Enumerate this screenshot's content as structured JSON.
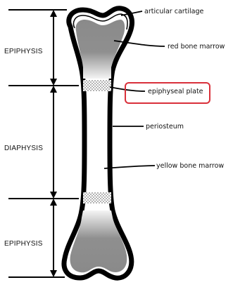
{
  "diagram": {
    "section_labels": {
      "top": "EPIPHYSIS",
      "middle": "DIAPHYSIS",
      "bottom": "EPIPHYSIS"
    },
    "part_labels": {
      "articular_cartilage": "articular cartilage",
      "red_bone_marrow": "red bone marrow",
      "epiphyseal_plate": "epiphyseal plate",
      "periosteum": "periosteum",
      "yellow_bone_marrow": "yellow bone marrow"
    },
    "highlighted_label": "epiphyseal_plate",
    "colors": {
      "outline": "#000000",
      "red_marrow": "#8a8a8a",
      "highlight_box": "#d9303a",
      "background": "#ffffff"
    }
  }
}
